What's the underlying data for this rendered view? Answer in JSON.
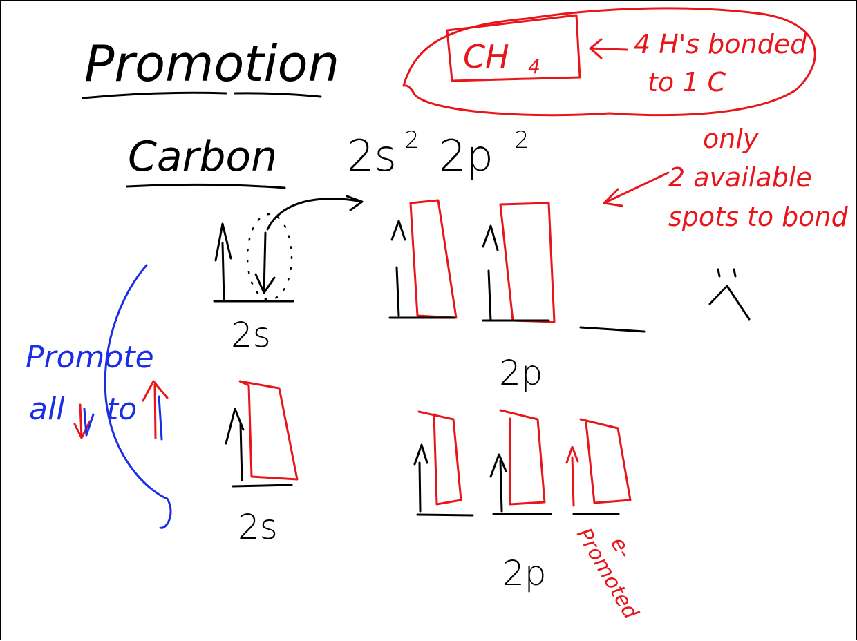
{
  "notes": {
    "title": "Promotion",
    "element": "Carbon",
    "config_2s": "2s",
    "config_2s_exp": "2",
    "config_2p": "2p",
    "config_2p_exp": "2",
    "formula": "CH",
    "formula_sub": "4",
    "formula_note_line1": "4 H's bonded",
    "formula_note_line2": "to 1 C",
    "side_note": [
      "only",
      "2 available",
      "spots to bond"
    ],
    "sad_face": ":(",
    "label_2s_top": "2s",
    "label_2p_top": "2p",
    "label_2s_bottom": "2s",
    "label_2p_bottom": "2p",
    "promote_line1": "Promote",
    "promote_line2": "all",
    "promote_to": "to",
    "promoted_note_line1": "Promoted",
    "promoted_note_line2": "e-"
  },
  "colors": {
    "ink": "#000000",
    "red": "#e8151a",
    "blue": "#1a2ee6",
    "paper": "#ffffff"
  }
}
